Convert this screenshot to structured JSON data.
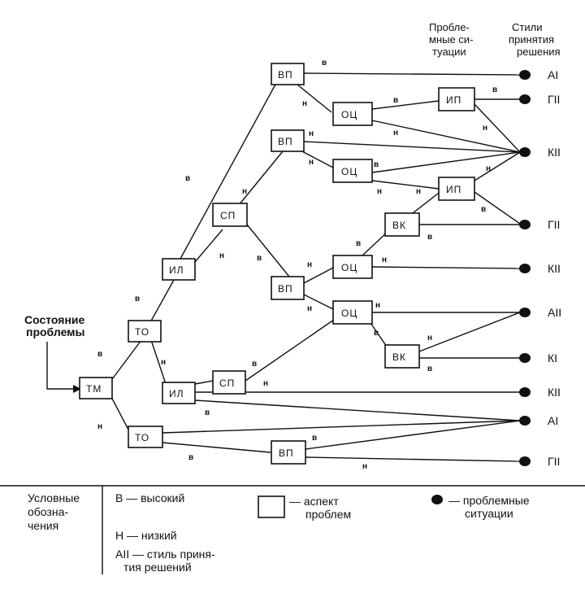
{
  "headers": {
    "situations": [
      "Пробле-",
      "мные си-",
      "туации"
    ],
    "styles": [
      "Стили",
      "принятия",
      "решения"
    ]
  },
  "start_label": [
    "Состояние",
    "проблемы"
  ],
  "nodes": {
    "tm": "ТМ",
    "to_top": "ТО",
    "to_bot": "ТО",
    "il_top": "ИЛ",
    "il_mid": "ИЛ",
    "sp_top": "СП",
    "sp_bot": "СП",
    "vp1": "ВП",
    "vp2": "ВП",
    "vp3": "ВП",
    "vp4": "ВП",
    "oc1": "ОЦ",
    "oc2": "ОЦ",
    "oc3": "ОЦ",
    "oc4": "ОЦ",
    "ip1": "ИП",
    "ip2": "ИП",
    "vk1": "ВК",
    "vk2": "ВК"
  },
  "styles": [
    "AI",
    "ГII",
    "КII",
    "ГII",
    "КII",
    "AII",
    "КI",
    "КII",
    "AI",
    "ГII"
  ],
  "edge_labels": {
    "high": "в",
    "low": "н"
  },
  "legend": {
    "title": [
      "Условные",
      "обозна-",
      "чения"
    ],
    "high": "В — высокий",
    "low": "Н — низкий",
    "style": [
      "AII — стиль приня-",
      "тия решений"
    ],
    "aspect": [
      "— аспект",
      "проблем"
    ],
    "situation": [
      "— проблемные",
      "ситуации"
    ]
  },
  "colors": {
    "ink": "#111111",
    "background": "#ffffff"
  }
}
